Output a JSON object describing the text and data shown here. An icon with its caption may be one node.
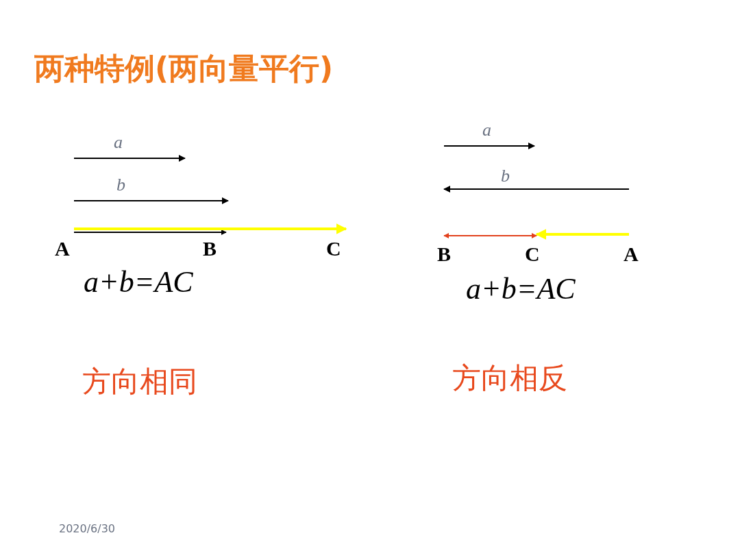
{
  "diagram": {
    "title": "两种特例(两向量平行)",
    "nodes": [
      {
        "text": [
          "A"
        ]
      },
      {
        "text": [
          "B"
        ]
      },
      {
        "text": [
          "C"
        ]
      },
      {
        "text": [
          "B"
        ]
      },
      {
        "text": [
          "C"
        ]
      },
      {
        "text": [
          "A"
        ]
      }
    ],
    "edges": [
      {
        "from": 0,
        "to": 1,
        "arrow": "to",
        "color": "#000000"
      },
      {
        "from": 0,
        "to": 2,
        "arrow": "to",
        "style": "thick",
        "color": "#ffff00"
      },
      {
        "from": 5,
        "to": 4,
        "arrow": "to",
        "style": "thick",
        "color": "#ffff00"
      },
      {
        "from": 3,
        "to": 4,
        "arrow": "both",
        "color": "#e2401c"
      }
    ],
    "labels": [
      "a",
      "b",
      "a+b=AC",
      "方向相同",
      "a",
      "b",
      "a+b=AC",
      "方向相反",
      "2020/6/30"
    ]
  }
}
